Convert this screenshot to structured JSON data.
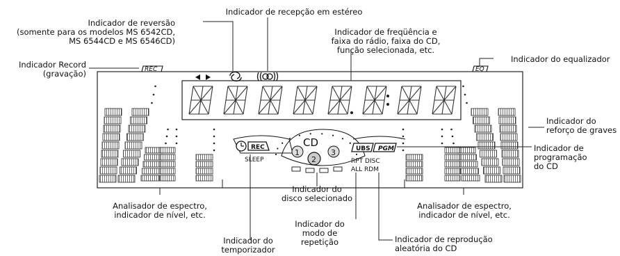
{
  "labels": {
    "reversal": "Indicador de reversão\n(somente para os modelos MS 6542CD,\nMS 6544CD e MS 6546CD)",
    "stereo": "Indicador de recepção em estéreo",
    "frequency": "Indicador de freqüência e\nfaixa do rádio, faixa do CD,\nfunção selecionada, etc.",
    "record": "Indicador Record\n(gravação)",
    "equalizer": "Indicador do equalizador",
    "bass": "Indicador do\nreforço de graves",
    "program": "Indicador de\nprogramação\ndo CD",
    "spectrum_left": "Analisador de espectro,\nindicador de nível, etc.",
    "spectrum_right": "Analisador de espectro,\nindicador de nível, etc.",
    "disc": "Indicador do\ndisco selecionado",
    "repeat": "Indicador do\nmodo de\nrepetição",
    "random": "Indicador de reprodução\naleatória do CD",
    "timer": "Indicador do\ntemporizador"
  },
  "display": {
    "rec_tag": "REC",
    "eq_tag": "EQ",
    "rec_button": "REC",
    "sleep": "SLEEP",
    "cd": "CD",
    "discs": [
      "1",
      "2",
      "3"
    ],
    "ubs": "UBS",
    "pgm": "PGM",
    "rpt_disc": "RPT DISC",
    "all_rdm": "ALL RDM"
  }
}
